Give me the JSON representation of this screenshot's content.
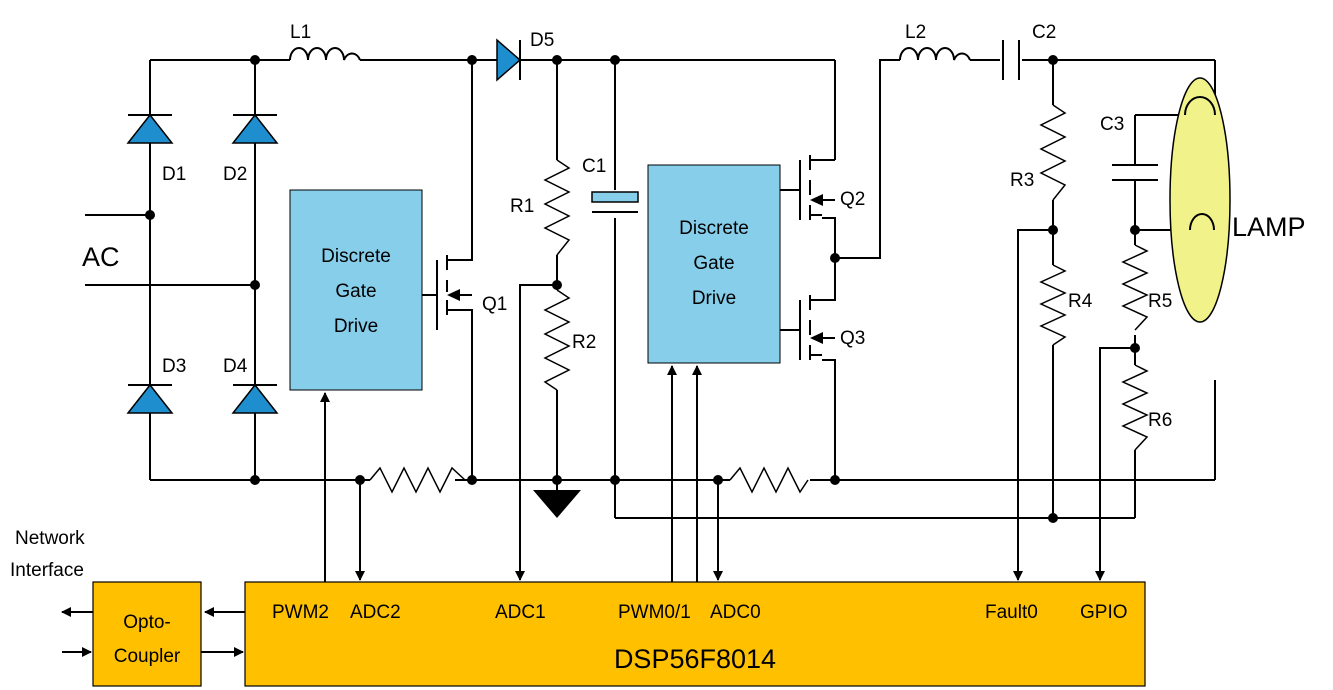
{
  "components": {
    "L1": "L1",
    "L2": "L2",
    "D1": "D1",
    "D2": "D2",
    "D3": "D3",
    "D4": "D4",
    "D5": "D5",
    "C1": "C1",
    "C2": "C2",
    "C3": "C3",
    "R1": "R1",
    "R2": "R2",
    "R3": "R3",
    "R4": "R4",
    "R5": "R5",
    "R6": "R6",
    "Q1": "Q1",
    "Q2": "Q2",
    "Q3": "Q3",
    "AC": "AC",
    "LAMP": "LAMP"
  },
  "gate_drive_left": {
    "line1": "Discrete",
    "line2": "Gate",
    "line3": "Drive"
  },
  "gate_drive_right": {
    "line1": "Discrete",
    "line2": "Gate",
    "line3": "Drive"
  },
  "network": {
    "line1": "Network",
    "line2": "Interface"
  },
  "opto": {
    "line1": "Opto-",
    "line2": "Coupler"
  },
  "dsp": {
    "name": "DSP56F8014",
    "pins": {
      "pwm2": "PWM2",
      "adc2": "ADC2",
      "adc1": "ADC1",
      "pwm01": "PWM0/1",
      "adc0": "ADC0",
      "fault0": "Fault0",
      "gpio": "GPIO"
    }
  },
  "colors": {
    "diode": "#1f8ecf",
    "gate_drive": "#87ceeb",
    "dsp": "#ffc000",
    "lamp": "#f2f28a"
  }
}
